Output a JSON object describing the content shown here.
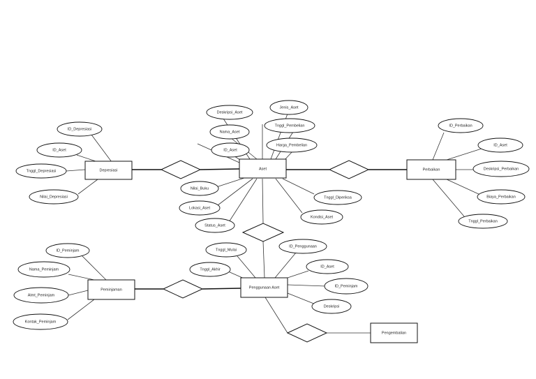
{
  "entities": {
    "depresiasi": "Depresiasi",
    "aset": "Aset",
    "perbaikan": "Perbaikan",
    "peminjaman": "Peminjaman",
    "penggunaan_aset": "Penggunaan Aset",
    "pengembalian": "Pengembalian"
  },
  "attributes": {
    "depresiasi": [
      "ID_Depresiasi",
      "ID_Aset",
      "Tnggl_Depresiasi",
      "Nilai_Depresiasi"
    ],
    "aset": [
      "Deskripsi_Aset",
      "Jenis_Aset",
      "Nama_Aset",
      "Tnggl_Pembelian",
      "ID_Aset",
      "Harga_Pembelian",
      "Nilai_Buku",
      "Tnggl_Diperiksa",
      "Lokasi_Aset",
      "Kondisi_Aset",
      "Status_Aset"
    ],
    "perbaikan": [
      "ID_Perbaikan",
      "ID_Aset",
      "Deskripsi_Perbaikan",
      "Biaya_Perbaikan",
      "Tnggl_Perbaikan"
    ],
    "peminjaman": [
      "ID_Peminjam",
      "Nama_Peminjam",
      "Almt_Peminjam",
      "Kontak_Peminjam"
    ],
    "penggunaan_aset": [
      "Tnggl_Mulai",
      "ID_Penggunaan",
      "Tnggl_Akhir",
      "ID_Aset",
      "ID_Peminjam",
      "Deskripsi"
    ]
  },
  "colors": {
    "stroke": "#111111",
    "fill": "#ffffff",
    "text": "#222222"
  }
}
